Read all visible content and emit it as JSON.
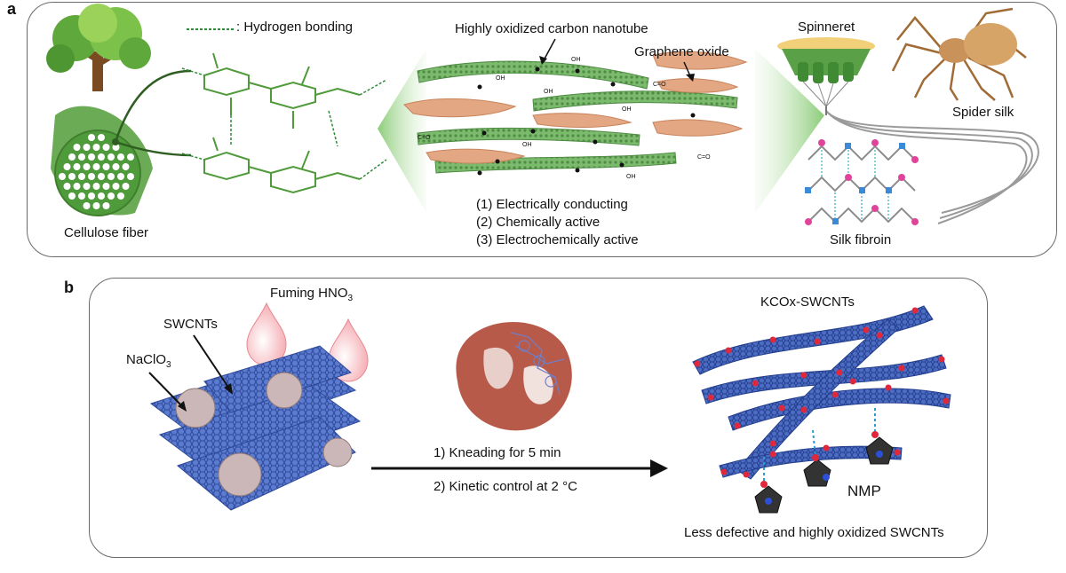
{
  "panel_a": {
    "letter": "a",
    "legend_label": ": Hydrogen bonding",
    "cellulose_label": "Cellulose fiber",
    "nanotube_label": "Highly oxidized carbon nanotube",
    "graphene_label": "Graphene oxide",
    "properties": [
      "(1) Electrically conducting",
      "(2) Chemically active",
      "(3) Electrochemically active"
    ],
    "spinneret_label": "Spinneret",
    "spider_silk_label": "Spider silk",
    "silk_fibroin_label": "Silk fibroin",
    "oh_label": "OH",
    "co_label": "C=O"
  },
  "panel_b": {
    "letter": "b",
    "fuming_label": "Fuming HNO",
    "fuming_sub": "3",
    "swcnt_label": "SWCNTs",
    "naclo_label": "NaClO",
    "naclo_sub": "3",
    "step1": "1) Kneading for 5 min",
    "step2": "2) Kinetic control at 2 °C",
    "product_label": "KCOx-SWCNTs",
    "nmp_label": "NMP",
    "result_label": "Less defective and highly oxidized SWCNTs"
  },
  "colors": {
    "panel_border": "#6b6b6b",
    "cellulose_green": "#4f9a3a",
    "nanotube_green": "#6fae63",
    "graphene_orange": "#e3a783",
    "swcnt_blue": "#3d5fb5",
    "oxygen_red": "#e0283c",
    "fibroin_pink": "#e0449a",
    "fibroin_blue": "#3a8ad6"
  }
}
